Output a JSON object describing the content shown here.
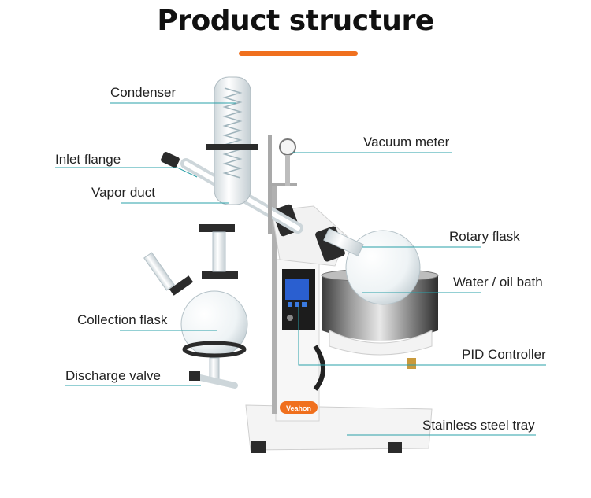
{
  "title": "Product structure",
  "accent_color": "#f0701e",
  "leader_color": "#2aa0a8",
  "brand": "Veahon",
  "labels": {
    "condenser": "Condenser",
    "inlet_flange": "Inlet flange",
    "vapor_duct": "Vapor duct",
    "collection_flask": "Collection flask",
    "discharge_valve": "Discharge valve",
    "vacuum_meter": "Vacuum meter",
    "rotary_flask": "Rotary flask",
    "water_oil_bath": "Water / oil bath",
    "pid_controller": "PID Controller",
    "stainless_steel_tray": "Stainless steel tray"
  }
}
